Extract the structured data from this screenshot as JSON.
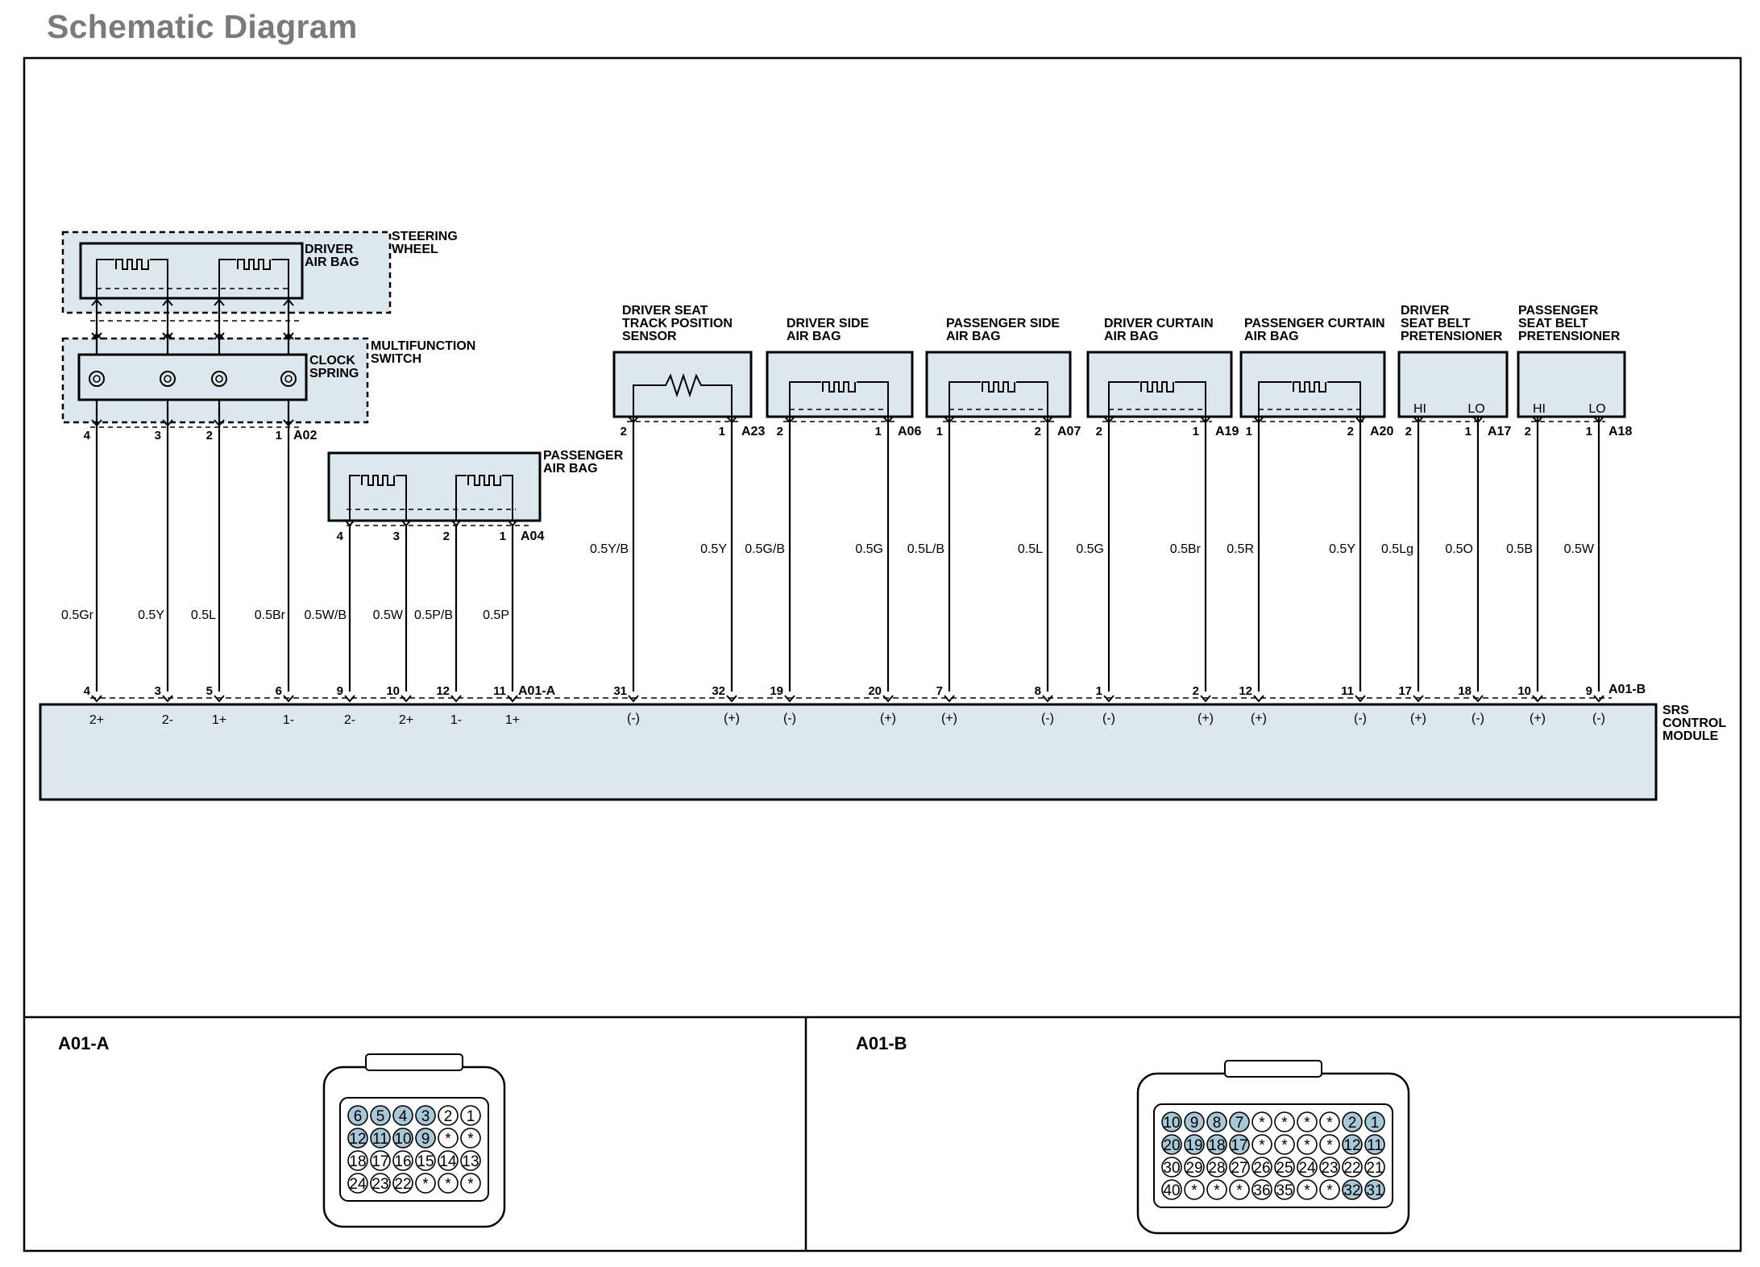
{
  "title": "Schematic Diagram",
  "colors": {
    "panel_fill": "#dde8ee",
    "pin_fill": "#a8c8d8",
    "line": "#000000",
    "title": "#7a7a7a"
  },
  "labels": {
    "steering_wheel": [
      "STEERING",
      "WHEEL"
    ],
    "driver_air_bag": [
      "DRIVER",
      "AIR BAG"
    ],
    "multifunction_switch": [
      "MULTIFUNCTION",
      "SWITCH"
    ],
    "clock_spring": [
      "CLOCK",
      "SPRING"
    ],
    "passenger_air_bag": [
      "PASSENGER",
      "AIR BAG"
    ],
    "srs_control_module": [
      "SRS",
      "CONTROL",
      "MODULE"
    ]
  },
  "connectors": {
    "clock_spring": "A02",
    "passenger_air_bag": "A04",
    "srs_a": "A01-A",
    "srs_b": "A01-B"
  },
  "left_circuits": [
    {
      "top_pin": "4",
      "wire": "0.5Gr",
      "srs_pin": "4",
      "terminal": "2+"
    },
    {
      "top_pin": "3",
      "wire": "0.5Y",
      "srs_pin": "3",
      "terminal": "2-"
    },
    {
      "top_pin": "2",
      "wire": "0.5L",
      "srs_pin": "5",
      "terminal": "1+"
    },
    {
      "top_pin": "1",
      "wire": "0.5Br",
      "srs_pin": "6",
      "terminal": "1-"
    },
    {
      "top_pin": "4",
      "wire": "0.5W/B",
      "srs_pin": "9",
      "terminal": "2-"
    },
    {
      "top_pin": "3",
      "wire": "0.5W",
      "srs_pin": "10",
      "terminal": "2+"
    },
    {
      "top_pin": "2",
      "wire": "0.5P/B",
      "srs_pin": "12",
      "terminal": "1-"
    },
    {
      "top_pin": "1",
      "wire": "0.5P",
      "srs_pin": "11",
      "terminal": "1+"
    }
  ],
  "devices": [
    {
      "name": [
        "DRIVER SEAT",
        "TRACK POSITION",
        "SENSOR"
      ],
      "connector": "A23",
      "symbol": "resistor",
      "pins": [
        {
          "top": "2",
          "wire": "0.5Y/B",
          "srs": "31",
          "term": "(-)"
        },
        {
          "top": "1",
          "wire": "0.5Y",
          "srs": "32",
          "term": "(+)"
        }
      ]
    },
    {
      "name": [
        "DRIVER SIDE",
        "AIR BAG"
      ],
      "connector": "A06",
      "symbol": "squib",
      "pins": [
        {
          "top": "2",
          "wire": "0.5G/B",
          "srs": "19",
          "term": "(-)"
        },
        {
          "top": "1",
          "wire": "0.5G",
          "srs": "20",
          "term": "(+)"
        }
      ]
    },
    {
      "name": [
        "PASSENGER SIDE",
        "AIR BAG"
      ],
      "connector": "A07",
      "symbol": "squib",
      "pins": [
        {
          "top": "1",
          "wire": "0.5L/B",
          "srs": "7",
          "term": "(+)"
        },
        {
          "top": "2",
          "wire": "0.5L",
          "srs": "8",
          "term": "(-)"
        }
      ]
    },
    {
      "name": [
        "DRIVER CURTAIN",
        "AIR BAG"
      ],
      "connector": "A19",
      "symbol": "squib",
      "pins": [
        {
          "top": "2",
          "wire": "0.5G",
          "srs": "1",
          "term": "(-)"
        },
        {
          "top": "1",
          "wire": "0.5Br",
          "srs": "2",
          "term": "(+)"
        }
      ]
    },
    {
      "name": [
        "PASSENGER CURTAIN",
        "AIR BAG"
      ],
      "connector": "A20",
      "symbol": "squib",
      "pins": [
        {
          "top": "1",
          "wire": "0.5R",
          "srs": "12",
          "term": "(+)"
        },
        {
          "top": "2",
          "wire": "0.5Y",
          "srs": "11",
          "term": "(-)"
        }
      ]
    },
    {
      "name": [
        "DRIVER",
        "SEAT BELT",
        "PRETENSIONER"
      ],
      "connector": "A17",
      "symbol": "hilo",
      "hi": "HI",
      "lo": "LO",
      "pins": [
        {
          "top": "2",
          "wire": "0.5Lg",
          "srs": "17",
          "term": "(+)"
        },
        {
          "top": "1",
          "wire": "0.5O",
          "srs": "18",
          "term": "(-)"
        }
      ]
    },
    {
      "name": [
        "PASSENGER",
        "SEAT BELT",
        "PRETENSIONER"
      ],
      "connector": "A18",
      "symbol": "hilo",
      "hi": "HI",
      "lo": "LO",
      "pins": [
        {
          "top": "2",
          "wire": "0.5B",
          "srs": "10",
          "term": "(+)"
        },
        {
          "top": "1",
          "wire": "0.5W",
          "srs": "9",
          "term": "(-)"
        }
      ]
    }
  ],
  "connector_views": {
    "a01a": {
      "title": "A01-A",
      "rows": [
        [
          {
            "t": "6",
            "u": 1
          },
          {
            "t": "5",
            "u": 1
          },
          {
            "t": "4",
            "u": 1
          },
          {
            "t": "3",
            "u": 1
          },
          {
            "t": "2",
            "u": 0
          },
          {
            "t": "1",
            "u": 0
          }
        ],
        [
          {
            "t": "12",
            "u": 1
          },
          {
            "t": "11",
            "u": 1
          },
          {
            "t": "10",
            "u": 1
          },
          {
            "t": "9",
            "u": 1
          },
          {
            "t": "*",
            "u": 0
          },
          {
            "t": "*",
            "u": 0
          }
        ],
        [
          {
            "t": "18",
            "u": 0
          },
          {
            "t": "17",
            "u": 0
          },
          {
            "t": "16",
            "u": 0
          },
          {
            "t": "15",
            "u": 0
          },
          {
            "t": "14",
            "u": 0
          },
          {
            "t": "13",
            "u": 0
          }
        ],
        [
          {
            "t": "24",
            "u": 0
          },
          {
            "t": "23",
            "u": 0
          },
          {
            "t": "22",
            "u": 0
          },
          {
            "t": "*",
            "u": 0
          },
          {
            "t": "*",
            "u": 0
          },
          {
            "t": "*",
            "u": 0
          }
        ]
      ]
    },
    "a01b": {
      "title": "A01-B",
      "rows": [
        [
          {
            "t": "10",
            "u": 1
          },
          {
            "t": "9",
            "u": 1
          },
          {
            "t": "8",
            "u": 1
          },
          {
            "t": "7",
            "u": 1
          },
          {
            "t": "*",
            "u": 0
          },
          {
            "t": "*",
            "u": 0
          },
          {
            "t": "*",
            "u": 0
          },
          {
            "t": "*",
            "u": 0
          },
          {
            "t": "2",
            "u": 1
          },
          {
            "t": "1",
            "u": 1
          }
        ],
        [
          {
            "t": "20",
            "u": 1
          },
          {
            "t": "19",
            "u": 1
          },
          {
            "t": "18",
            "u": 1
          },
          {
            "t": "17",
            "u": 1
          },
          {
            "t": "*",
            "u": 0
          },
          {
            "t": "*",
            "u": 0
          },
          {
            "t": "*",
            "u": 0
          },
          {
            "t": "*",
            "u": 0
          },
          {
            "t": "12",
            "u": 1
          },
          {
            "t": "11",
            "u": 1
          }
        ],
        [
          {
            "t": "30",
            "u": 0
          },
          {
            "t": "29",
            "u": 0
          },
          {
            "t": "28",
            "u": 0
          },
          {
            "t": "27",
            "u": 0
          },
          {
            "t": "26",
            "u": 0
          },
          {
            "t": "25",
            "u": 0
          },
          {
            "t": "24",
            "u": 0
          },
          {
            "t": "23",
            "u": 0
          },
          {
            "t": "22",
            "u": 0
          },
          {
            "t": "21",
            "u": 0
          }
        ],
        [
          {
            "t": "40",
            "u": 0
          },
          {
            "t": "*",
            "u": 0
          },
          {
            "t": "*",
            "u": 0
          },
          {
            "t": "*",
            "u": 0
          },
          {
            "t": "36",
            "u": 0
          },
          {
            "t": "35",
            "u": 0
          },
          {
            "t": "*",
            "u": 0
          },
          {
            "t": "*",
            "u": 0
          },
          {
            "t": "32",
            "u": 1
          },
          {
            "t": "31",
            "u": 1
          }
        ]
      ]
    }
  }
}
